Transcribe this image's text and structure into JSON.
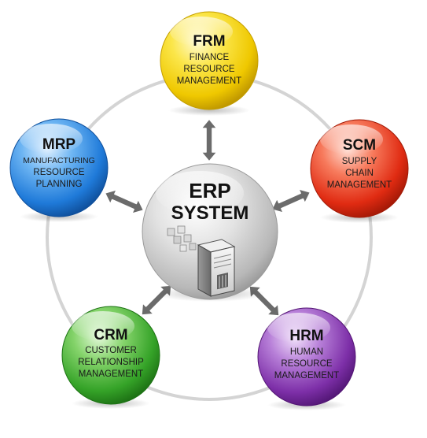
{
  "center": {
    "line1": "ERP",
    "line2": "SYSTEM",
    "icon": "server-icon"
  },
  "modules": {
    "frm": {
      "abbr": "FRM",
      "lines": [
        "FINANCE",
        "RESOURCE",
        "MANAGEMENT"
      ],
      "color": "#f4d200"
    },
    "scm": {
      "abbr": "SCM",
      "lines": [
        "SUPPLY",
        "CHAIN",
        "MANAGEMENT"
      ],
      "color": "#e8331e"
    },
    "hrm": {
      "abbr": "HRM",
      "lines": [
        "HUMAN",
        "RESOURCE",
        "MANAGEMENT"
      ],
      "color": "#8a3fb5"
    },
    "crm": {
      "abbr": "CRM",
      "lines": [
        "CUSTOMER",
        "RELATIONSHIP",
        "MANAGEMENT"
      ],
      "color": "#3fae32"
    },
    "mrp": {
      "abbr": "MRP",
      "lines": [
        "MANUFACTURING",
        "RESOURCE",
        "PLANNING"
      ],
      "color": "#2a86e0"
    }
  },
  "connector_icon": "double-arrow-icon",
  "ring_color": "#d4d4d4"
}
